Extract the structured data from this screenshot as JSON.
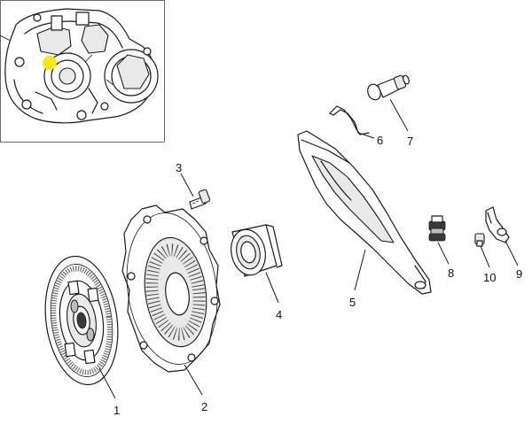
{
  "callouts": [
    {
      "id": "1",
      "label": "1"
    },
    {
      "id": "2",
      "label": "2"
    },
    {
      "id": "3",
      "label": "3"
    },
    {
      "id": "4",
      "label": "4"
    },
    {
      "id": "5",
      "label": "5"
    },
    {
      "id": "6",
      "label": "6"
    },
    {
      "id": "7",
      "label": "7"
    },
    {
      "id": "8",
      "label": "8"
    },
    {
      "id": "9",
      "label": "9"
    },
    {
      "id": "10",
      "label": "10"
    }
  ],
  "colors": {
    "line": "#1a1a1a",
    "highlight": "#f5ea14",
    "inset_border": "#6a6a6a"
  }
}
